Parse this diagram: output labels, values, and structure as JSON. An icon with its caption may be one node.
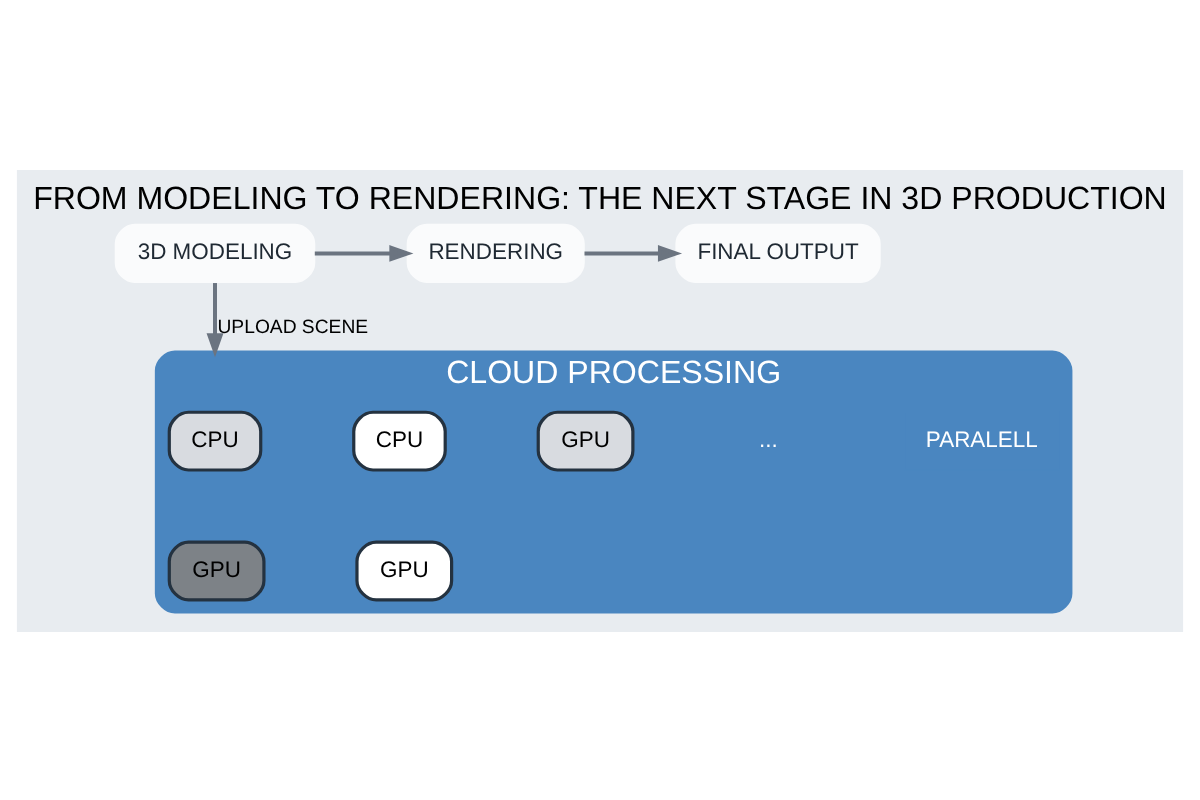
{
  "diagram": {
    "title": "FROM MODELING TO RENDERING: THE NEXT STAGE IN 3D PRODUCTION",
    "nodes": [
      {
        "text": [
          "3D MODELING"
        ]
      },
      {
        "text": [
          "RENDERING"
        ]
      },
      {
        "text": [
          "FINAL OUTPUT"
        ]
      },
      {
        "text": [
          "CLOUD PROCESSING"
        ]
      },
      {
        "text": [
          "CPU"
        ],
        "in": 3
      },
      {
        "text": [
          "CPU"
        ],
        "in": 3
      },
      {
        "text": [
          "GPU"
        ],
        "in": 3
      },
      {
        "text": [
          "GPU"
        ],
        "in": 3
      },
      {
        "text": [
          "GPU"
        ],
        "in": 3
      },
      {
        "text": [
          "PARALELL"
        ],
        "in": 3
      }
    ],
    "edges": [
      {
        "from": 0,
        "to": 1,
        "arrow": "to"
      },
      {
        "from": 1,
        "to": 2,
        "arrow": "to"
      },
      {
        "from": 0,
        "to": 3,
        "arrow": "to",
        "label": "UPLOAD SCENE"
      }
    ],
    "labels": [
      "..."
    ]
  }
}
